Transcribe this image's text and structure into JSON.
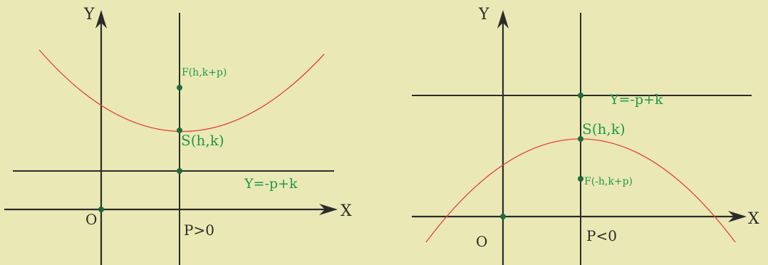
{
  "colors": {
    "background": "#eae8b4",
    "axis": "#2b2b2b",
    "curve": "#e0453a",
    "point": "#1f6b3a",
    "label_green": "#1f9a4c"
  },
  "left_panel": {
    "x_axis_label": "X",
    "y_axis_label": "Y",
    "origin_label": "O",
    "focus_label": "F(h,k+p)",
    "vertex_label": "S(h,k)",
    "directrix_label": "Y=-p+k",
    "condition_label": "P>0"
  },
  "right_panel": {
    "x_axis_label": "X",
    "y_axis_label": "Y",
    "origin_label": "O",
    "focus_label": "F(-h,k+p)",
    "vertex_label": "S(h,k)",
    "directrix_label": "Y=-p+k",
    "condition_label": "P<0"
  }
}
